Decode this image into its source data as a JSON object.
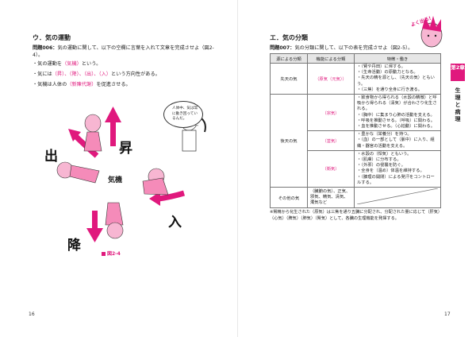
{
  "left": {
    "section_title": "ウ．気の運動",
    "problem_label": "問題006：",
    "problem_text": "気の運動に関して、以下の空欄に言葉を入れて文章を完成させよ（図2-4）。",
    "items": [
      {
        "pre": "・気の運動を",
        "ans": "（気機）",
        "post": "という。"
      },
      {
        "pre": "・気には",
        "ans": "（昇）、（降）、（出）、（入）",
        "post": "という方向性がある。"
      },
      {
        "pre": "・気機は人体の",
        "ans": "（新陳代謝）",
        "post": "を促進させる。"
      }
    ],
    "diagram": {
      "center_label": "気機",
      "up": "昇",
      "down": "降",
      "out": "出",
      "in": "入",
      "bubble": "人体中、気は常に動き回っているんだ。"
    },
    "figure_label": "図2-4",
    "page_number": "16"
  },
  "right": {
    "section_title": "エ．気の分類",
    "problem_label": "問題007：",
    "problem_text": "気の分類に関して、以下の表を完成させよ（図2-5）。",
    "badge": "よく出る!",
    "table": {
      "headers": [
        "源による分類",
        "機能による分類",
        "特徴・働き"
      ],
      "rows": [
        {
          "c1": "先天の気",
          "c2": "（原気（元気））",
          "c3": [
            "・（腎や丹田）に帰する。",
            "・（生命活動）の原動力となる。",
            "・先天の精を源とし、（先天の気）ともいう。",
            "・（三焦）を通り全身に行き渡る。"
          ]
        },
        {
          "c1": "",
          "c2": "（宗気）",
          "c3": [
            "・飲食物から得られる（水穀の精微）と呼吸から得られる（清気）が合わさり化生される。",
            "・（胸中）に集まり心肺の活動を支える。",
            "・呼吸を推動させる。（呼吸）に関わる。",
            "・血を推動させる。（心拍動）に関わる。"
          ]
        },
        {
          "c1": "後天の気",
          "c2": "（営気）",
          "c3": [
            "・豊かな（栄養分）を持つ。",
            "・（血）の一部として（脈中）に入り、組織・器官の活動を支える。"
          ]
        },
        {
          "c1": "",
          "c2": "（衛気）",
          "c3": [
            "・水穀の（悍気）ともいう。",
            "・（肌膚）に分布する。",
            "・（外邪）の侵襲を防ぐ。",
            "・全身を（温め）体温を維持する。",
            "・（腠理の開閉）による発汗をコントロールする。"
          ]
        },
        {
          "c1": "その他の気",
          "c2": "（臓腑の気）、正気、邪気、精気、清気、濁気など",
          "c3": []
        }
      ]
    },
    "note": "※腎精から化生された（原気）は三焦を通り五臓に分配され、分配された量に応じて（肝気）（心気）（脾気）（肺気）（腎気）として、各臓の生理機能を発揮する。",
    "chapter": "第2章",
    "chapter_title": "生理と病理",
    "page_number": "17"
  }
}
